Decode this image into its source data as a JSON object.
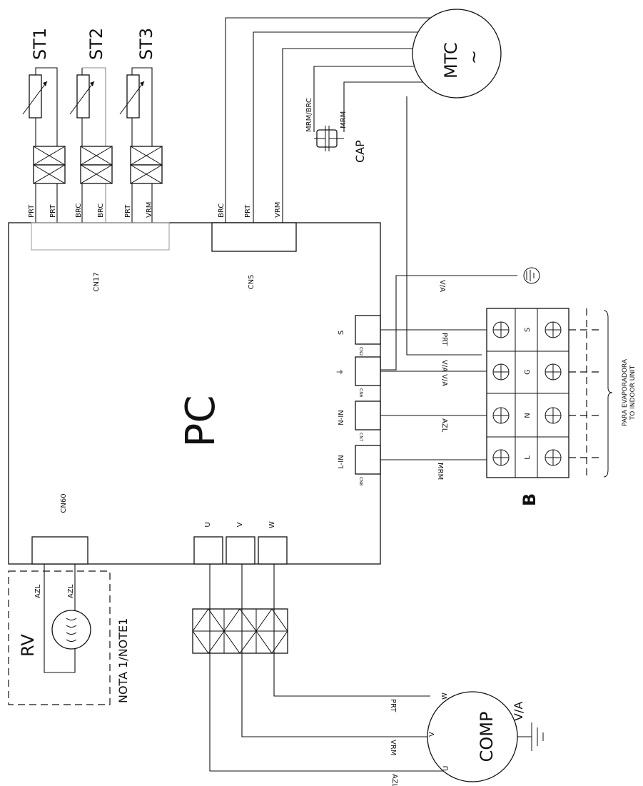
{
  "sensors": [
    {
      "label": "ST1",
      "pins": [
        "PRT",
        "PRT"
      ]
    },
    {
      "label": "ST2",
      "pins": [
        "BRC",
        "BRC"
      ]
    },
    {
      "label": "ST3",
      "pins": [
        "PRT",
        "VRM"
      ]
    }
  ],
  "connectors": {
    "cn17": "CN17",
    "cn5": "CN5",
    "cn5_pins": [
      "BRC",
      "PRT",
      "VRM"
    ],
    "cn60": "CN60"
  },
  "board": {
    "label": "PC"
  },
  "fan_motor": {
    "label": "MTC",
    "symbol": "~"
  },
  "capacitor": {
    "label": "CAP",
    "wire_a": "MRM/BRC",
    "wire_b": "MRM"
  },
  "terminals": {
    "rows": [
      {
        "pin": "S",
        "cn": "CN2",
        "wire": "PRT",
        "term": "S"
      },
      {
        "pin": "⏚",
        "cn": "CN6",
        "wire": "V/A",
        "term": "G"
      },
      {
        "pin": "N-IN",
        "cn": "CN7",
        "wire": "AZL",
        "term": "N"
      },
      {
        "pin": "L-IN",
        "cn": "CN8",
        "wire": "MRM",
        "term": "L"
      }
    ],
    "ground_wire": "V/A",
    "motor_ground_wire": "V/A",
    "block_label": "B",
    "note_line1": "PARA EVAPORADORA",
    "note_line2": "TO INDOOR UNIT"
  },
  "reversing_valve": {
    "label": "RV",
    "wire": "AZL",
    "note": "NOTA 1/NOTE1"
  },
  "compressor": {
    "label": "COMP",
    "phases": [
      "U",
      "V",
      "W"
    ],
    "wires": {
      "U": "AZL",
      "V": "VRM",
      "W": "PRT"
    },
    "ground": "V/A"
  }
}
